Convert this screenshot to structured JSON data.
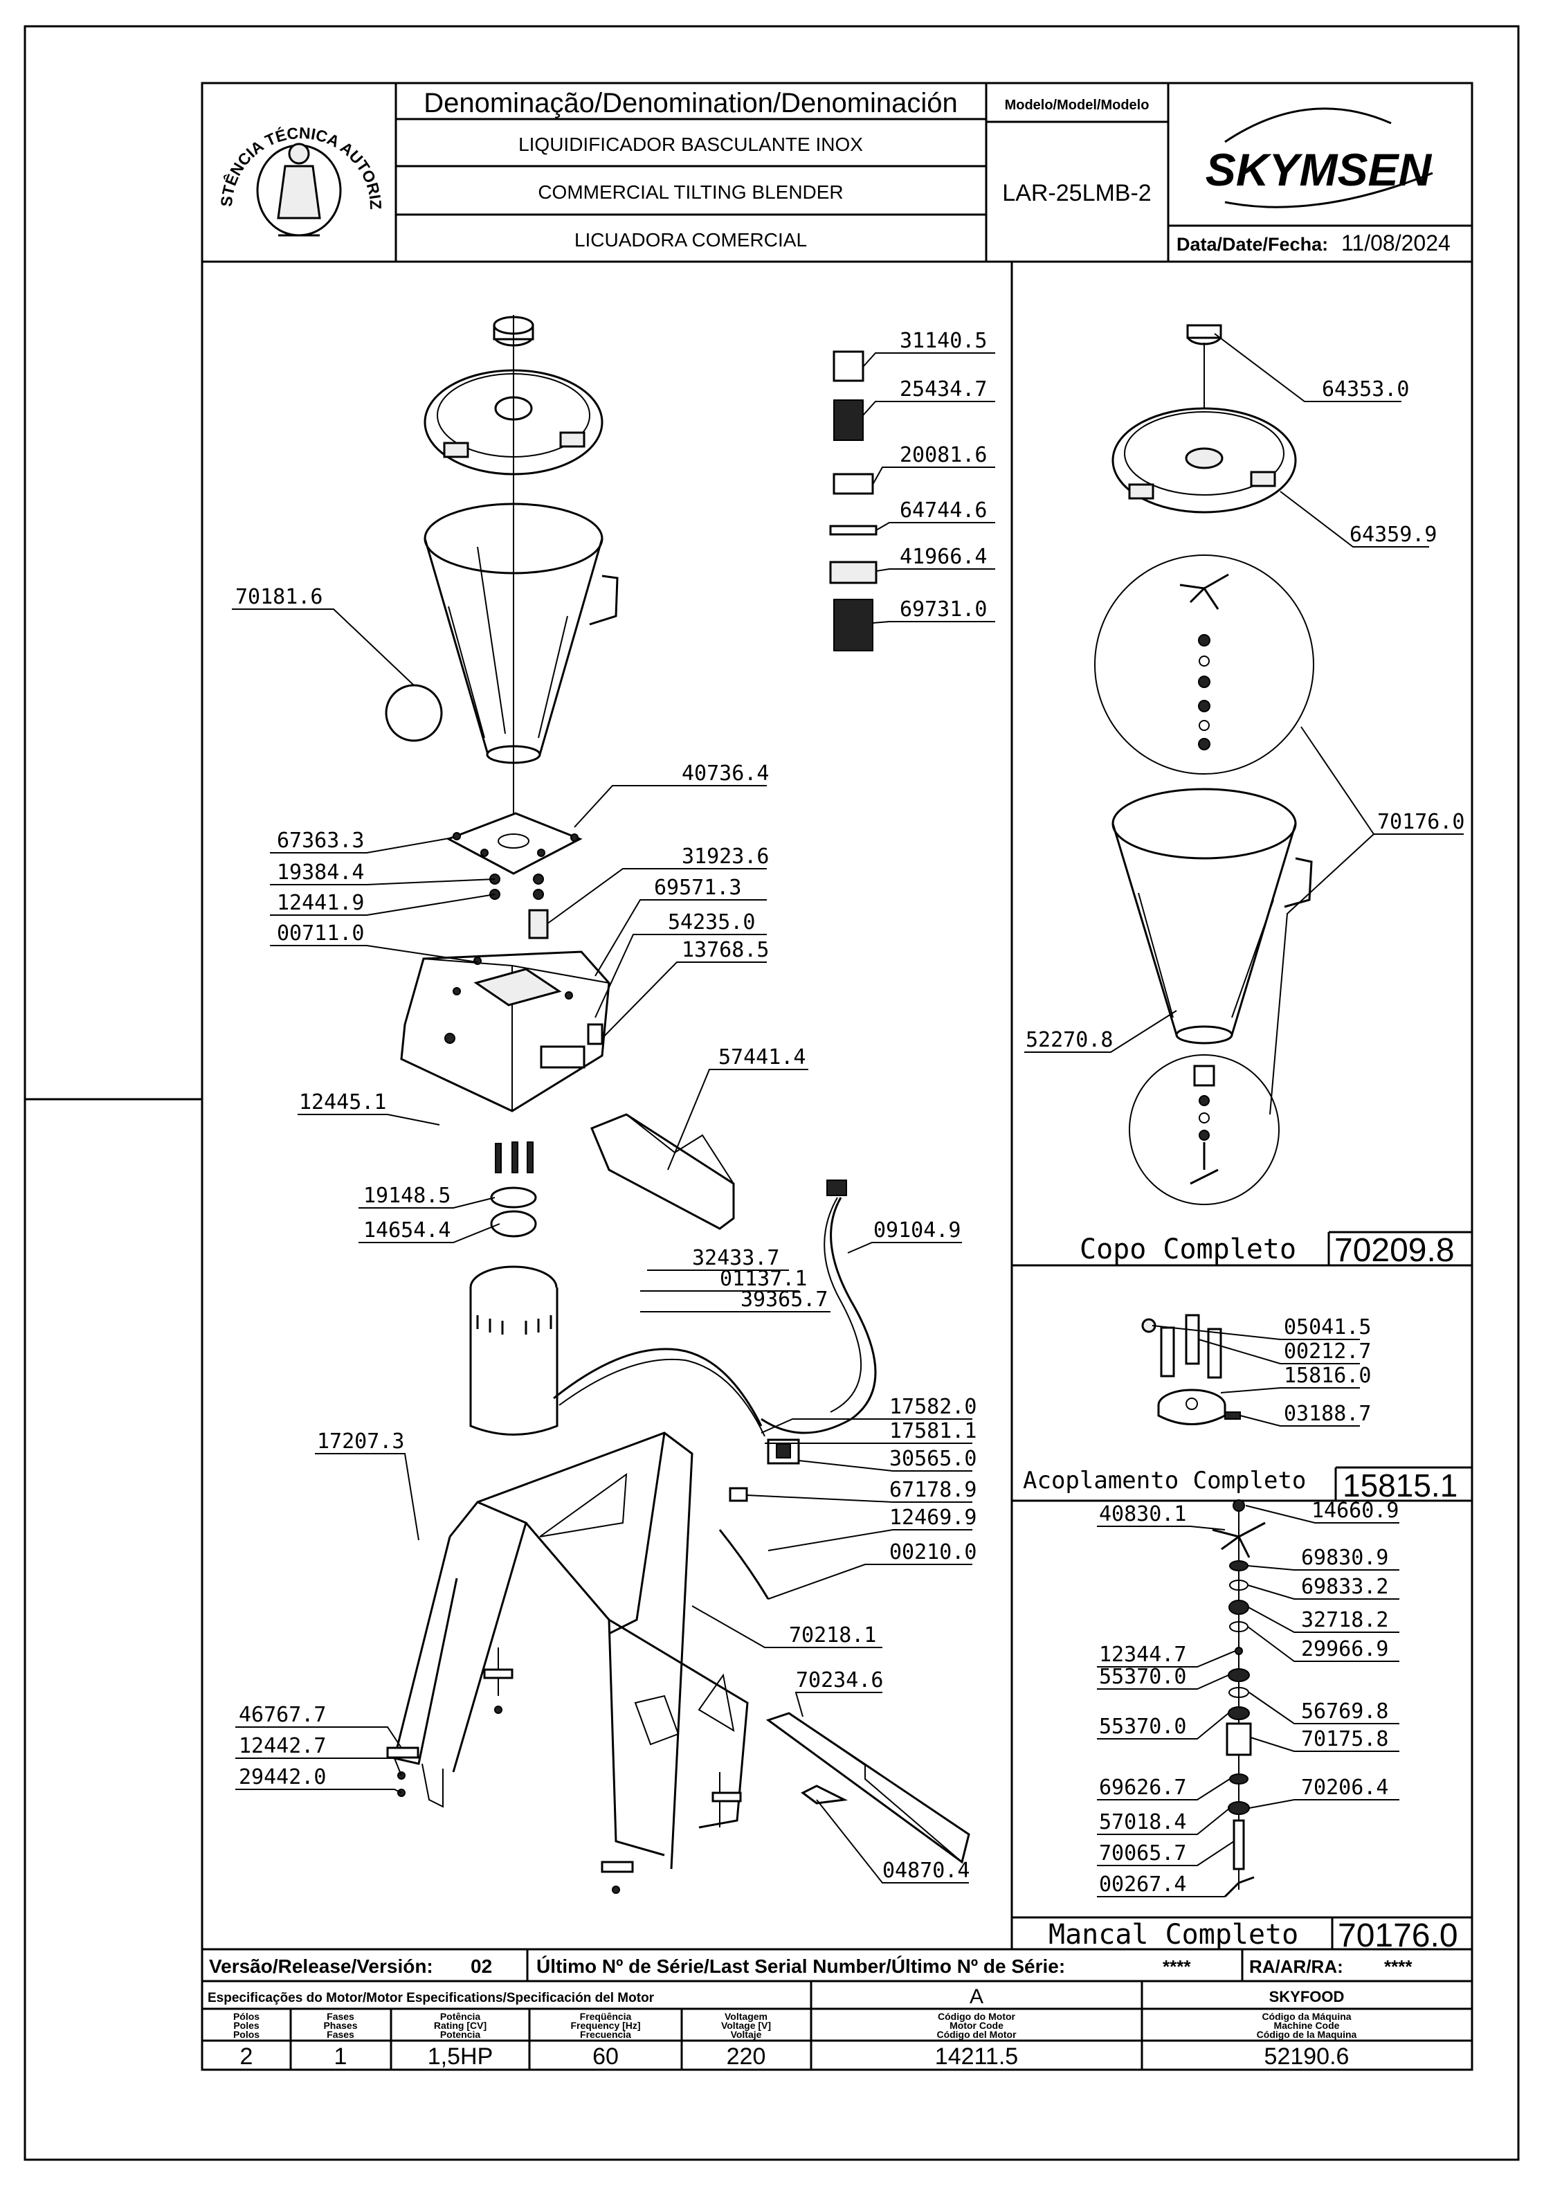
{
  "header": {
    "denomination": "Denominação/Denomination/Denominación",
    "name_pt": "LIQUIDIFICADOR BASCULANTE INOX",
    "name_en": "COMMERCIAL TILTING BLENDER",
    "name_es": "LICUADORA COMERCIAL",
    "model_label": "Modelo/Model/Modelo",
    "model": "LAR-25LMB-2",
    "date_label": "Data/Date/Fecha:",
    "date": "11/08/2024",
    "brand": "SKYMSEN",
    "seal_text": "ASSISTÊNCIA TÉCNICA AUTORIZADA"
  },
  "parts": {
    "p31140_5": "31140.5",
    "p25434_7": "25434.7",
    "p20081_6": "20081.6",
    "p64744_6": "64744.6",
    "p41966_4": "41966.4",
    "p69731_0": "69731.0",
    "p70181_6": "70181.6",
    "p40736_4": "40736.4",
    "p67363_3": "67363.3",
    "p19384_4": "19384.4",
    "p12441_9": "12441.9",
    "p00711_0": "00711.0",
    "p31923_6": "31923.6",
    "p69571_3": "69571.3",
    "p54235_0": "54235.0",
    "p13768_5": "13768.5",
    "p12445_1": "12445.1",
    "p57441_4": "57441.4",
    "p19148_5": "19148.5",
    "p14654_4": "14654.4",
    "p09104_9": "09104.9",
    "p32433_7": "32433.7",
    "p01137_1": "01137.1",
    "p39365_7": "39365.7",
    "p17582_0": "17582.0",
    "p17581_1": "17581.1",
    "p30565_0": "30565.0",
    "p67178_9": "67178.9",
    "p12469_9": "12469.9",
    "p00210_0": "00210.0",
    "p17207_3": "17207.3",
    "p70218_1": "70218.1",
    "p70234_6": "70234.6",
    "p46767_7": "46767.7",
    "p12442_7": "12442.7",
    "p29442_0": "29442.0",
    "p04870_4": "04870.4",
    "p64353_0": "64353.0",
    "p64359_9": "64359.9",
    "p70176_0": "70176.0",
    "p52270_8": "52270.8",
    "p05041_5": "05041.5",
    "p00212_7": "00212.7",
    "p15816_0": "15816.0",
    "p03188_7": "03188.7",
    "p40830_1": "40830.1",
    "p14660_9": "14660.9",
    "p69830_9": "69830.9",
    "p69833_2": "69833.2",
    "p32718_2": "32718.2",
    "p29966_9": "29966.9",
    "p12344_7": "12344.7",
    "p55370_0a": "55370.0",
    "p56769_8": "56769.8",
    "p55370_0b": "55370.0",
    "p70175_8": "70175.8",
    "p69626_7": "69626.7",
    "p70206_4": "70206.4",
    "p57018_4": "57018.4",
    "p70065_7": "70065.7",
    "p00267_4": "00267.4"
  },
  "assemblies": {
    "cup_label": "Copo Completo",
    "cup_code": "70209.8",
    "coupling_label": "Acoplamento Completo",
    "coupling_code": "15815.1",
    "bearing_label": "Mancal Completo",
    "bearing_code": "70176.0"
  },
  "footer": {
    "version_label": "Versão/Release/Versión:",
    "version": "02",
    "serial_label": "Último Nº de Série/Last Serial Number/Último Nº de Série:",
    "serial": "****",
    "ra_label": "RA/AR/RA:",
    "ra": "****",
    "motor_spec_label": "Especificações do Motor/Motor Especifications/Specificación del Motor",
    "motor_variant": "A",
    "maker": "SKYFOOD",
    "col_poles": [
      "Pólos",
      "Poles",
      "Polos"
    ],
    "col_phases": [
      "Fases",
      "Phases",
      "Fases"
    ],
    "col_power": [
      "Potência",
      "Rating [CV]",
      "Potencia"
    ],
    "col_freq": [
      "Freqüência",
      "Frequency [Hz]",
      "Frecuencia"
    ],
    "col_volt": [
      "Voltagem",
      "Voltage [V]",
      "Voltaje"
    ],
    "col_motor": [
      "Código do Motor",
      "Motor Code",
      "Código del Motor"
    ],
    "col_machine": [
      "Código da Máquina",
      "Machine Code",
      "Código de la Maquina"
    ],
    "poles": "2",
    "phases": "1",
    "power": "1,5HP",
    "freq": "60",
    "volt": "220",
    "motor_code": "14211.5",
    "machine_code": "52190.6"
  }
}
